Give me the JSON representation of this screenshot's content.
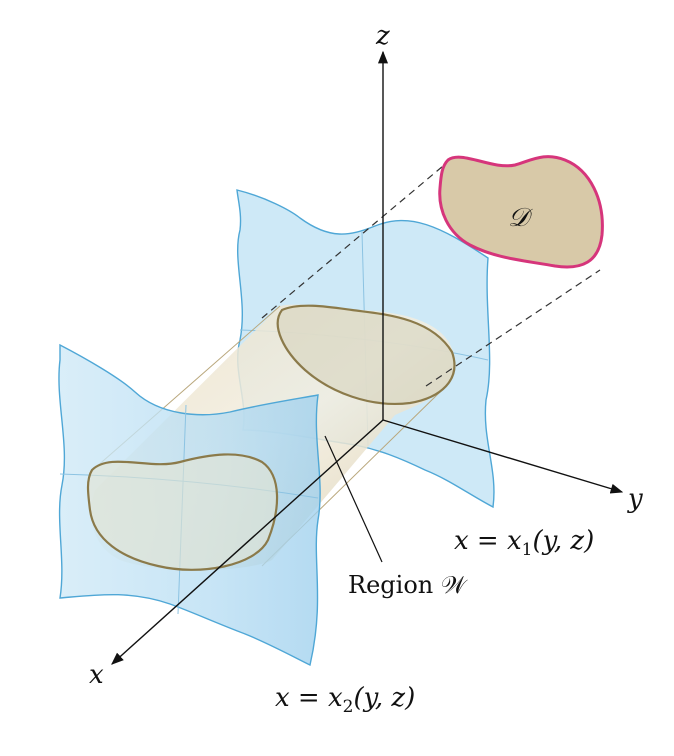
{
  "axes": {
    "x": "x",
    "y": "y",
    "z": "z"
  },
  "labels": {
    "projection": "𝒟",
    "region": "Region 𝒲",
    "surface_back": {
      "lhs": "x",
      "eq": " = ",
      "var": "x",
      "sub": "1",
      "args": "(y, z)"
    },
    "surface_front": {
      "lhs": "x",
      "eq": " = ",
      "var": "x",
      "sub": "2",
      "args": "(y, z)"
    }
  },
  "colors": {
    "surface_fill": "#bfe2f5",
    "surface_edge": "#4fa7d6",
    "projection_fill": "#d8c9a8",
    "projection_edge": "#d6357b",
    "region_fill": "#e7dcc2",
    "cross_section_edge": "#8b7a4a",
    "axis": "#111111"
  }
}
